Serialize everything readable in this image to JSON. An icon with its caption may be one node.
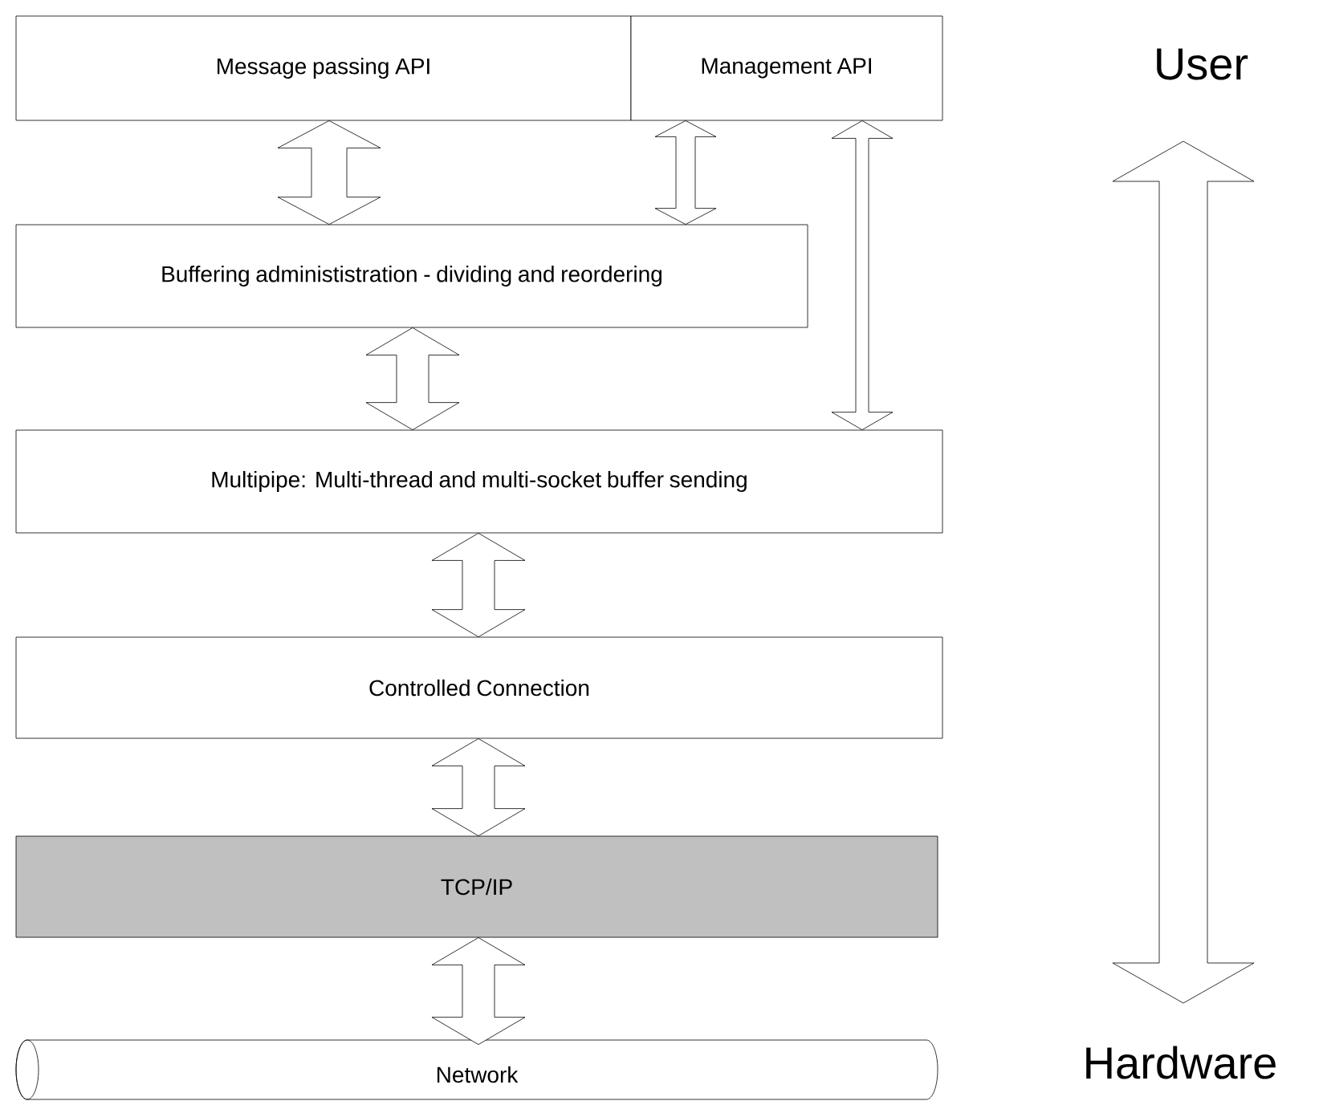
{
  "diagram": {
    "nodes": [
      {
        "text": [
          "Message passing API"
        ]
      },
      {
        "text": [
          "Management API"
        ]
      },
      {
        "text": [
          "Buffering administistration - dividing and reordering"
        ]
      },
      {
        "text": [
          "Multipipe: Multi-thread and multi-socket buffer sending"
        ]
      },
      {
        "text": [
          "Controlled Connection"
        ]
      },
      {
        "text": [
          "TCP/IP"
        ]
      },
      {
        "text": [
          "Network"
        ]
      }
    ],
    "edges": [
      {
        "from": 0,
        "to": 2,
        "arrow": "both"
      },
      {
        "from": 1,
        "to": 2,
        "arrow": "both"
      },
      {
        "from": 1,
        "to": 3,
        "arrow": "both"
      },
      {
        "from": 2,
        "to": 3,
        "arrow": "both"
      },
      {
        "from": 3,
        "to": 4,
        "arrow": "both"
      },
      {
        "from": 4,
        "to": 5,
        "arrow": "both"
      },
      {
        "from": 5,
        "to": 6,
        "arrow": "both"
      }
    ],
    "labels": [
      "User",
      "Hardware"
    ]
  }
}
